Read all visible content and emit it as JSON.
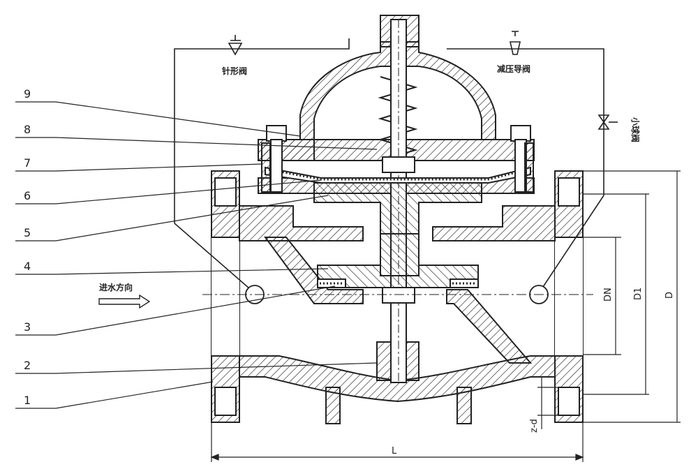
{
  "part_numbers": [
    "1",
    "2",
    "3",
    "4",
    "5",
    "6",
    "7",
    "8",
    "9"
  ],
  "labels": {
    "needle_valve": "针形阀",
    "pressure_pilot": "减压导阀",
    "ball_valve": "小球阀",
    "flow_direction": "进水方向"
  },
  "dimensions": {
    "L": "L",
    "DN": "DN",
    "D1": "D1",
    "D": "D",
    "zd": "z-d"
  },
  "colors": {
    "line": "#222222",
    "hatch": "#333333",
    "background": "#ffffff"
  }
}
